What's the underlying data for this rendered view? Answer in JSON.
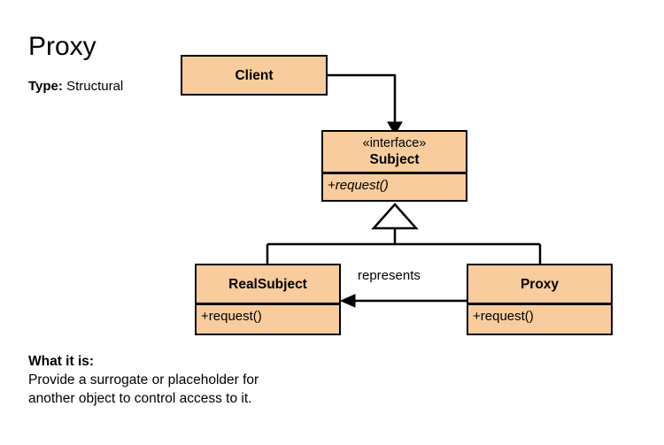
{
  "page": {
    "pattern_title": "Proxy",
    "type_label": "Type:",
    "type_value": "Structural",
    "what_heading": "What it is:",
    "what_line_1": "Provide a surrogate or placeholder for",
    "what_line_2": "another object to control access to it."
  },
  "colors": {
    "box_fill": "#F8CC9C",
    "box_stroke": "#000000",
    "background": "#FFFFFF",
    "text": "#000000"
  },
  "diagram": {
    "type": "uml-class-diagram",
    "classes": [
      {
        "id": "client",
        "stereotype": "",
        "name": "Client",
        "members": []
      },
      {
        "id": "subject",
        "stereotype": "«interface»",
        "name": "Subject",
        "members": [
          "+request()"
        ],
        "abstract_members": true
      },
      {
        "id": "realsubject",
        "stereotype": "",
        "name": "RealSubject",
        "members": [
          "+request()"
        ],
        "abstract_members": false
      },
      {
        "id": "proxy",
        "stereotype": "",
        "name": "Proxy",
        "members": [
          "+request()"
        ],
        "abstract_members": false
      }
    ],
    "relations": [
      {
        "id": "client-uses-subject",
        "from": "client",
        "to": "subject",
        "kind": "association-directed",
        "label": ""
      },
      {
        "id": "realsubject-implements-subject",
        "from": "realsubject",
        "to": "subject",
        "kind": "generalization",
        "label": ""
      },
      {
        "id": "proxy-implements-subject",
        "from": "proxy",
        "to": "subject",
        "kind": "generalization",
        "label": ""
      },
      {
        "id": "proxy-represents-realsubject",
        "from": "proxy",
        "to": "realsubject",
        "kind": "association-directed",
        "label": "represents"
      }
    ]
  }
}
